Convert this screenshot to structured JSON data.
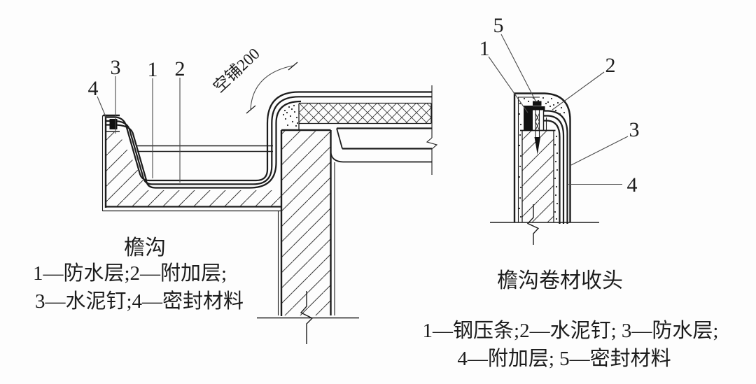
{
  "colors": {
    "ink": "#1c1c1c",
    "background": "#fdfdfd"
  },
  "left_figure": {
    "title": "檐沟",
    "annotation": "空铺200",
    "callouts": {
      "c1": "1",
      "c2": "2",
      "c3": "3",
      "c4": "4"
    },
    "legend_line1": "1—防水层;2—附加层;",
    "legend_line2": "3—水泥钉;4—密封材料"
  },
  "right_figure": {
    "title": "檐沟卷材收头",
    "callouts": {
      "c1": "1",
      "c2": "2",
      "c3": "3",
      "c4": "4",
      "c5": "5"
    },
    "legend_line1": "1—钢压条;2—水泥钉; 3—防水层;",
    "legend_line2": "4—附加层; 5—密封材料"
  }
}
